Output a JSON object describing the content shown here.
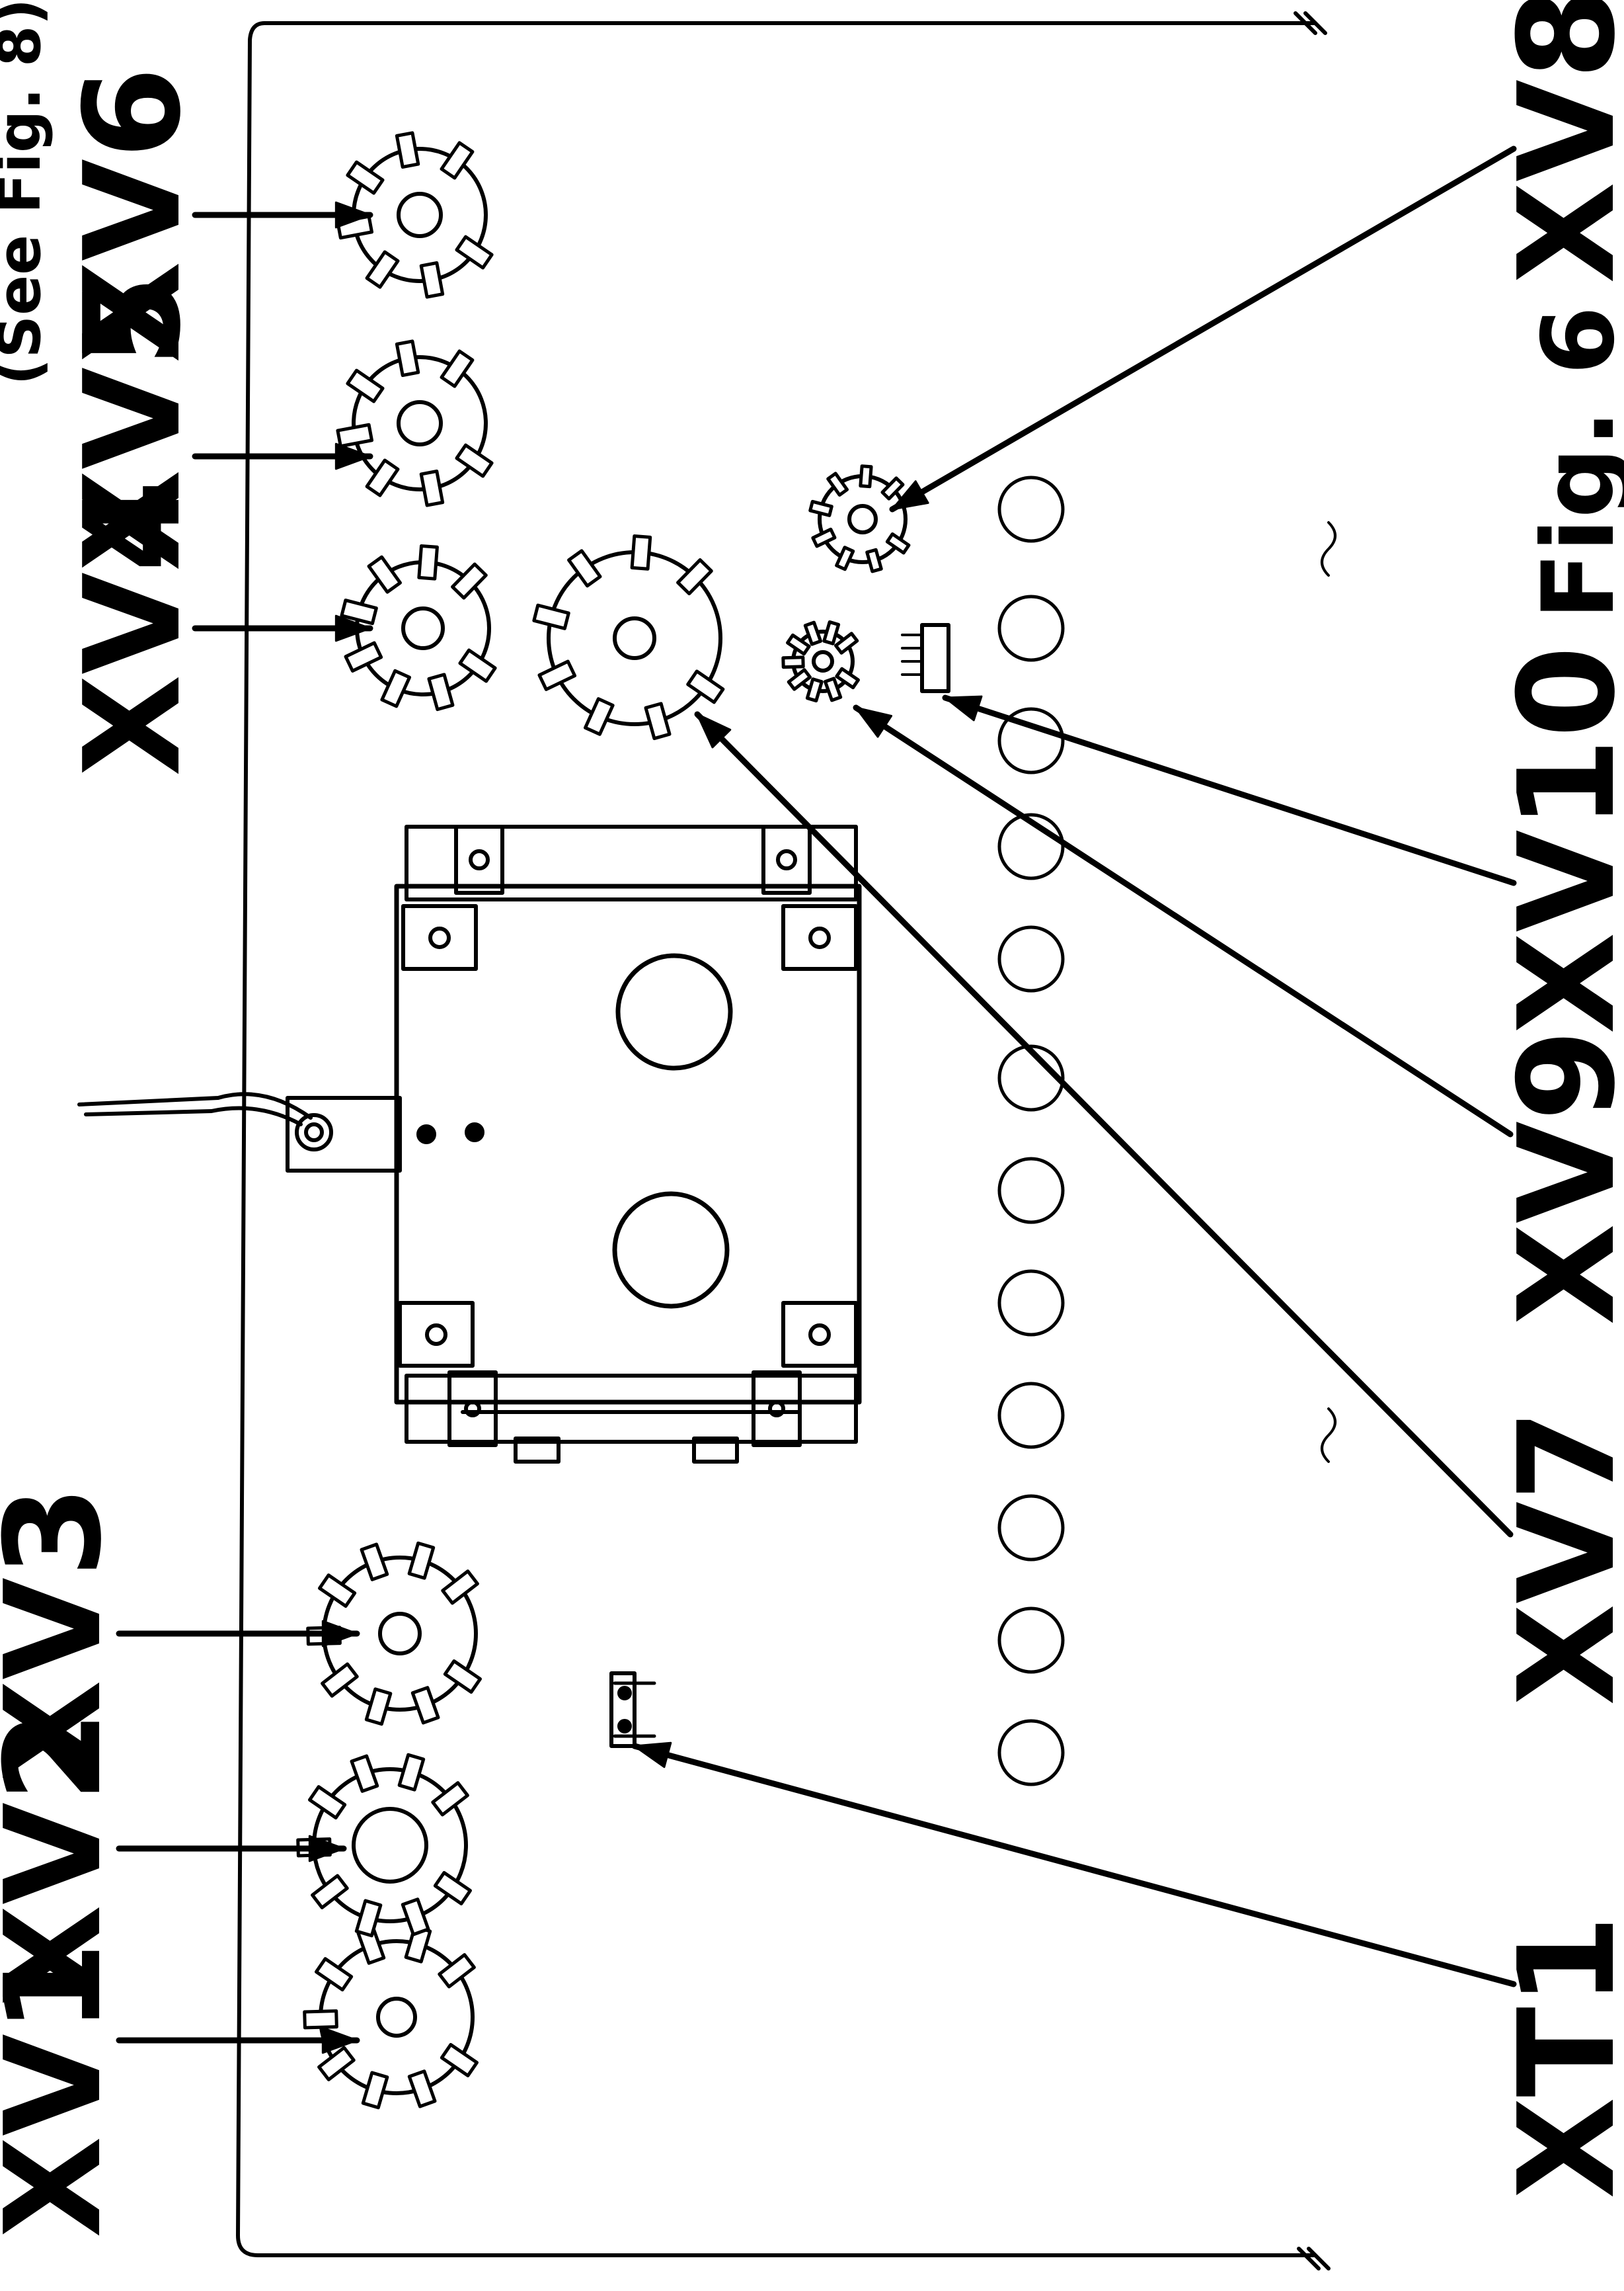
{
  "figure": {
    "caption": "Fig. 6",
    "see_note": "(See Fig. 8)"
  },
  "labels": {
    "xv1": "XV1",
    "xv2": "XV2",
    "xv3": "XV3",
    "xv4": "XV4",
    "xv5": "XV5",
    "xv6": "XV6",
    "xv7": "XV7",
    "xv8": "XV8",
    "xv9": "XV9",
    "xv10": "XV10",
    "xt1": "XT1"
  },
  "colors": {
    "ink": "#000000",
    "paper": "#ffffff"
  }
}
